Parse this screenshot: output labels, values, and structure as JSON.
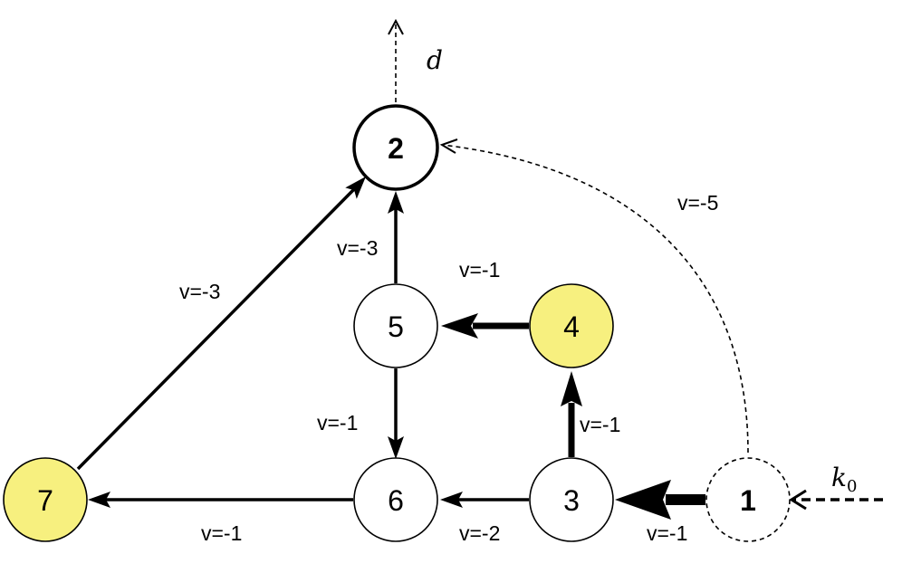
{
  "colors": {
    "stroke": "#000000",
    "node_fill": "#ffffff",
    "highlight_fill": "#f7f07f"
  },
  "nodes": {
    "n1": {
      "label": "1",
      "style": "dashed"
    },
    "n2": {
      "label": "2",
      "style": "bold"
    },
    "n3": {
      "label": "3",
      "style": "normal"
    },
    "n4": {
      "label": "4",
      "style": "highlight"
    },
    "n5": {
      "label": "5",
      "style": "normal"
    },
    "n6": {
      "label": "6",
      "style": "normal"
    },
    "n7": {
      "label": "7",
      "style": "highlight"
    }
  },
  "edges": {
    "e_1_2": {
      "from": "1",
      "to": "2",
      "label": "v=-5",
      "style": "dashed"
    },
    "e_1_3": {
      "from": "1",
      "to": "3",
      "label": "v=-1",
      "style": "very-thick"
    },
    "e_3_4": {
      "from": "3",
      "to": "4",
      "label": "v=-1",
      "style": "thick"
    },
    "e_4_5": {
      "from": "4",
      "to": "5",
      "label": "v=-1",
      "style": "thick"
    },
    "e_5_2": {
      "from": "5",
      "to": "2",
      "label": "v=-3",
      "style": "normal"
    },
    "e_5_6": {
      "from": "5",
      "to": "6",
      "label": "v=-1",
      "style": "normal"
    },
    "e_3_6": {
      "from": "3",
      "to": "6",
      "label": "v=-2",
      "style": "normal"
    },
    "e_6_7": {
      "from": "6",
      "to": "7",
      "label": "v=-1",
      "style": "normal"
    },
    "e_7_2": {
      "from": "7",
      "to": "2",
      "label": "v=-3",
      "style": "normal"
    }
  },
  "external": {
    "input": {
      "symbol": "k",
      "subscript": "0"
    },
    "output": {
      "symbol": "d"
    }
  }
}
